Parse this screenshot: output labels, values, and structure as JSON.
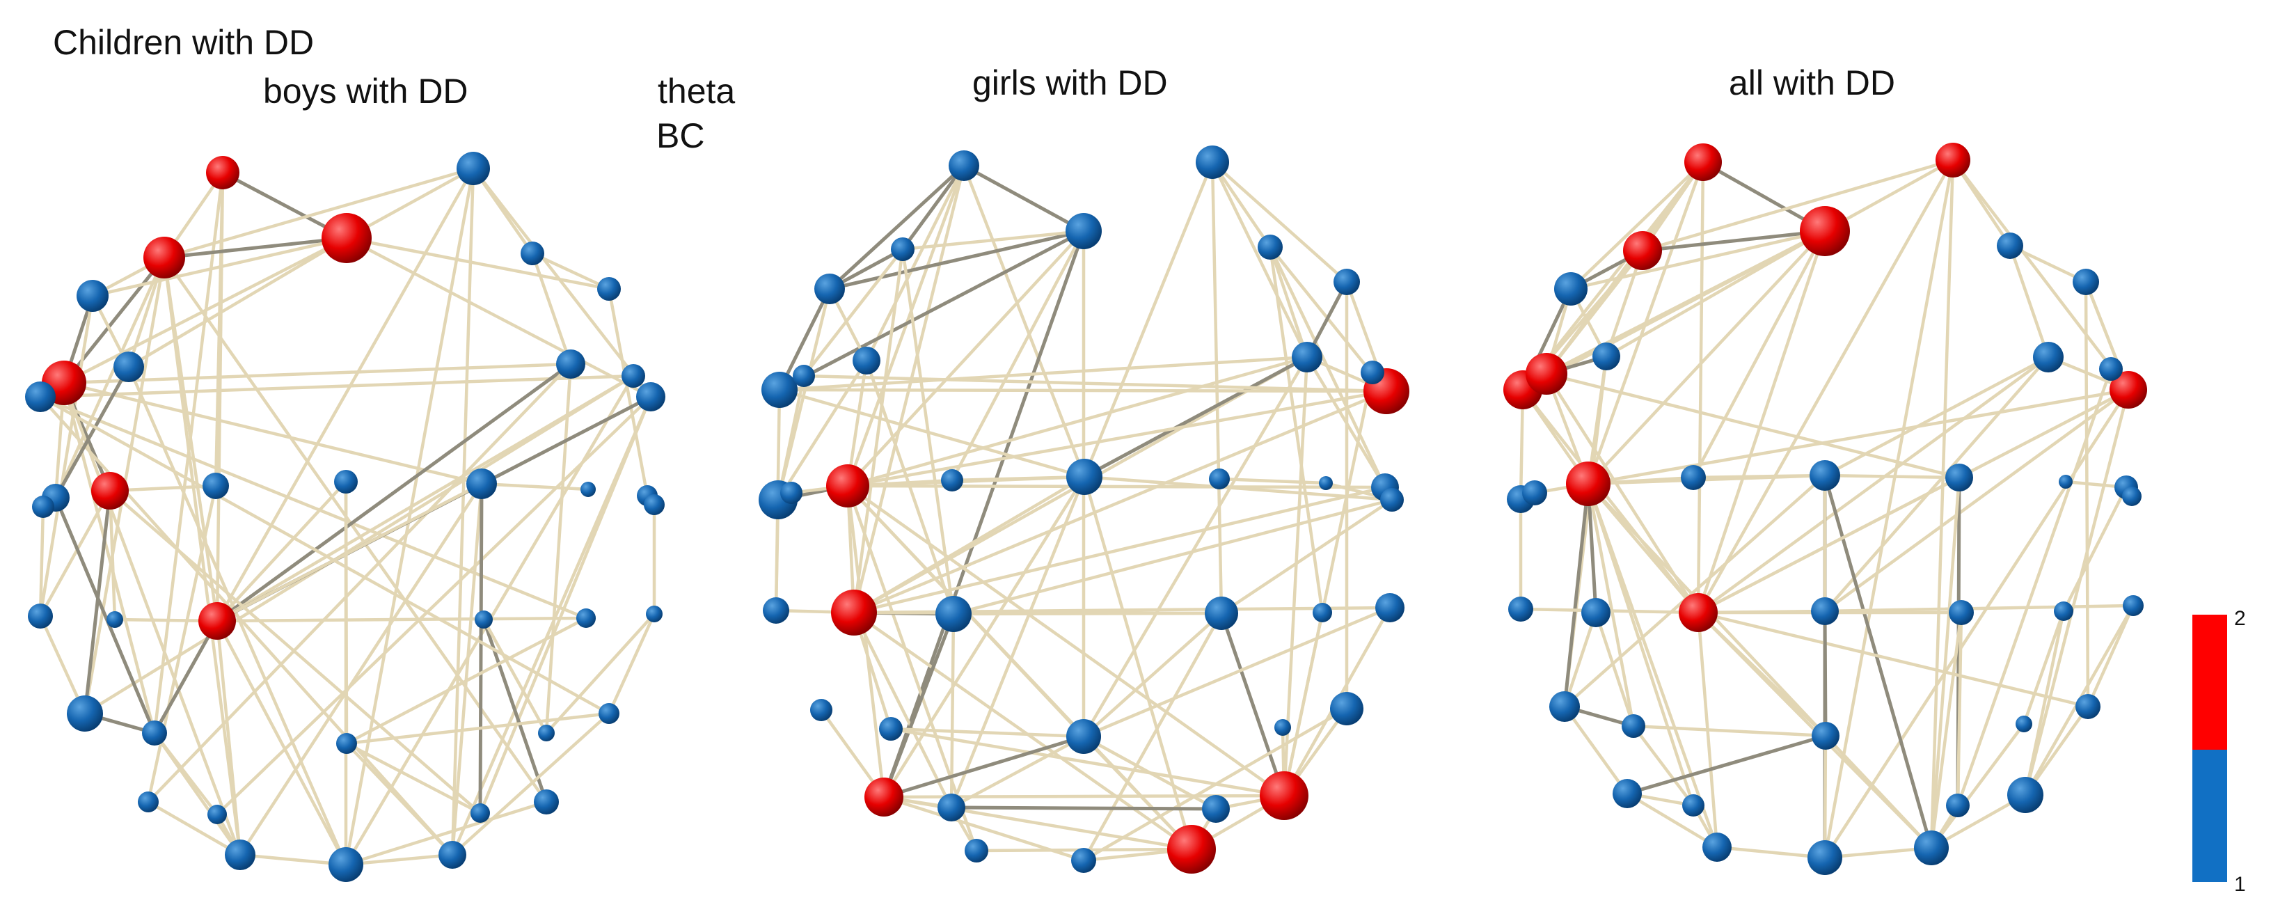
{
  "header": {
    "title": "Children with DD",
    "band": "theta",
    "measure": "BC"
  },
  "panels": [
    {
      "id": "boys",
      "title": "boys with DD"
    },
    {
      "id": "girls",
      "title": "girls with DD"
    },
    {
      "id": "all",
      "title": "all with DD"
    }
  ],
  "colorbar": {
    "max_label": "2",
    "min_label": "1"
  },
  "colors": {
    "hub_node": "#e60000",
    "normal_node": "#1565b0",
    "edge_light": "#e2d6b4",
    "edge_dark": "#8f8b7c"
  }
}
